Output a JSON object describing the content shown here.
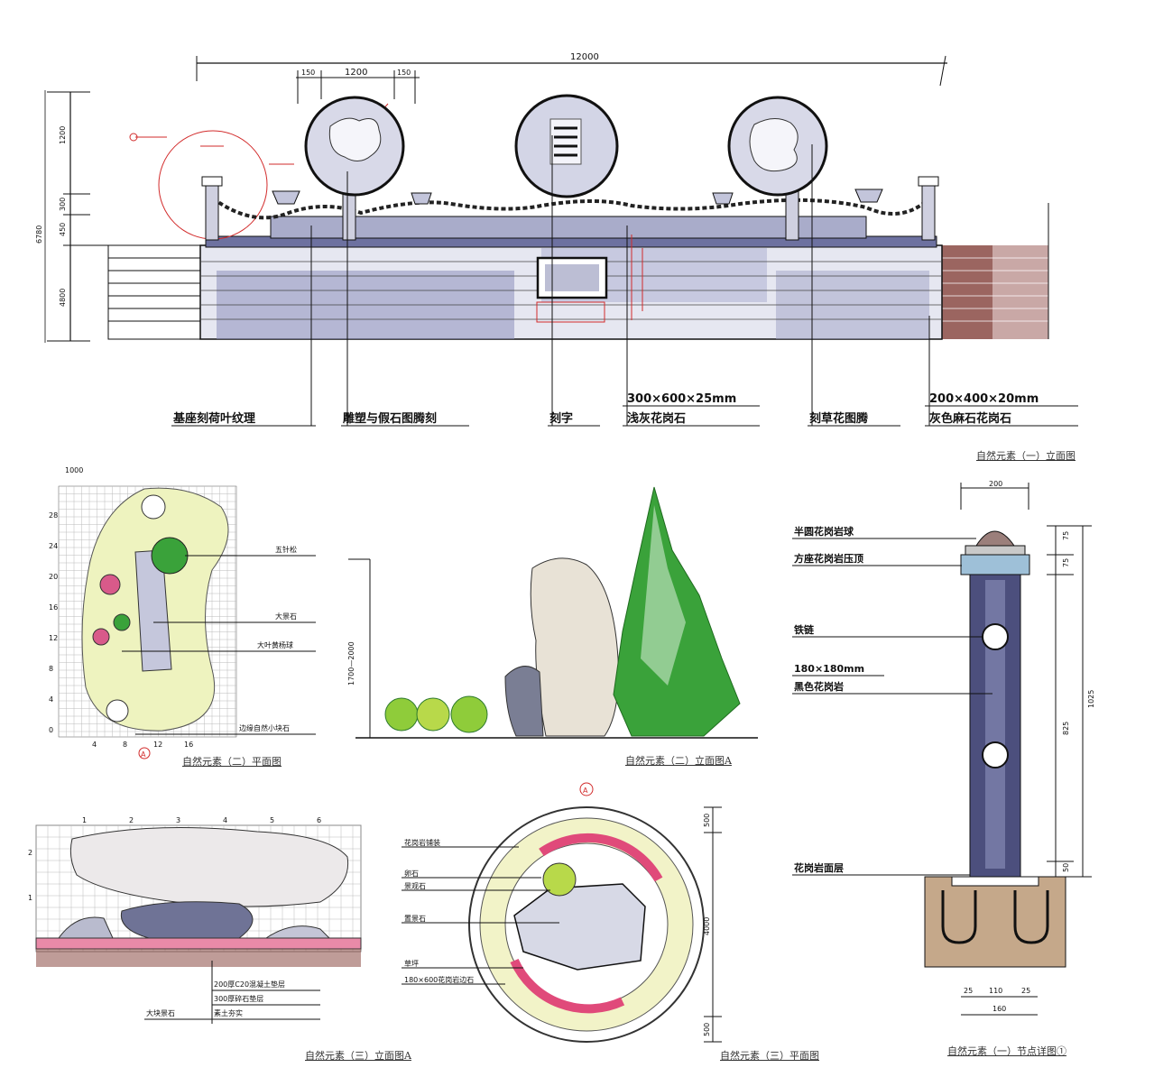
{
  "colors": {
    "stone": "#9a9fbf",
    "stone_light": "#d6d8e8",
    "brick_shadow": "#5a5f90",
    "red_ink": "#d22b2b",
    "foliage": "#3aa23a",
    "foliage_light": "#b8d94a",
    "wood": "#7a3a34",
    "pink": "#e04a7a"
  },
  "elevation1": {
    "caption": "自然元素（一）立面图",
    "dims": {
      "total": "12000",
      "d150a": "150",
      "d1200": "1200",
      "d150b": "150",
      "left_total": "6780",
      "left_1200": "1200",
      "left_300": "300",
      "left_450": "450",
      "left_4800": "4800"
    },
    "labels": [
      "基座刻荷叶纹理",
      "雕塑与假石图腾刻",
      "刻字",
      "300×600×25mm",
      "浅灰花岗石",
      "刻草花图腾",
      "200×400×20mm",
      "灰色麻石花岗石"
    ]
  },
  "plan2": {
    "caption": "自然元素（二）平面图",
    "scale_label": "1000",
    "callouts": [
      "五针松",
      "大景石",
      "大叶黄杨球",
      "边缘自然小块石"
    ],
    "y_ticks": [
      "28",
      "24",
      "20",
      "16",
      "12",
      "8",
      "4",
      "0"
    ],
    "x_ticks": [
      "4",
      "8",
      "12",
      "16"
    ],
    "marker": "A"
  },
  "elev2": {
    "caption": "自然元素（二）立面图A",
    "height_dim": "1700—2000"
  },
  "elev3": {
    "caption": "自然元素（三）立面图A",
    "col_ticks": [
      "1",
      "2",
      "3",
      "4",
      "5",
      "6"
    ],
    "row_ticks": [
      "2",
      "1"
    ],
    "notes": [
      "200厚C20混凝土垫层",
      "300厚碎石垫层",
      "素土夯实"
    ],
    "left_note": "大块景石"
  },
  "plan3": {
    "caption": "自然元素（三）平面图",
    "marker": "A",
    "callouts": [
      "花岗岩铺装",
      "卵石",
      "景观石",
      "置景石",
      "草坪",
      "180×600花岗岩边石"
    ],
    "right_dims": [
      "500",
      "4000",
      "500"
    ]
  },
  "detail": {
    "caption": "自然元素（一）节点详图①",
    "top_dim": "200",
    "callouts": [
      "半圆花岗岩球",
      "方座花岗岩压顶",
      "铁链",
      "180×180mm",
      "黑色花岗岩",
      "花岗岩面层"
    ],
    "right_dims": [
      "75",
      "75",
      "825",
      "1025",
      "50"
    ],
    "bottom_dims": [
      "25",
      "110",
      "25",
      "160"
    ]
  }
}
